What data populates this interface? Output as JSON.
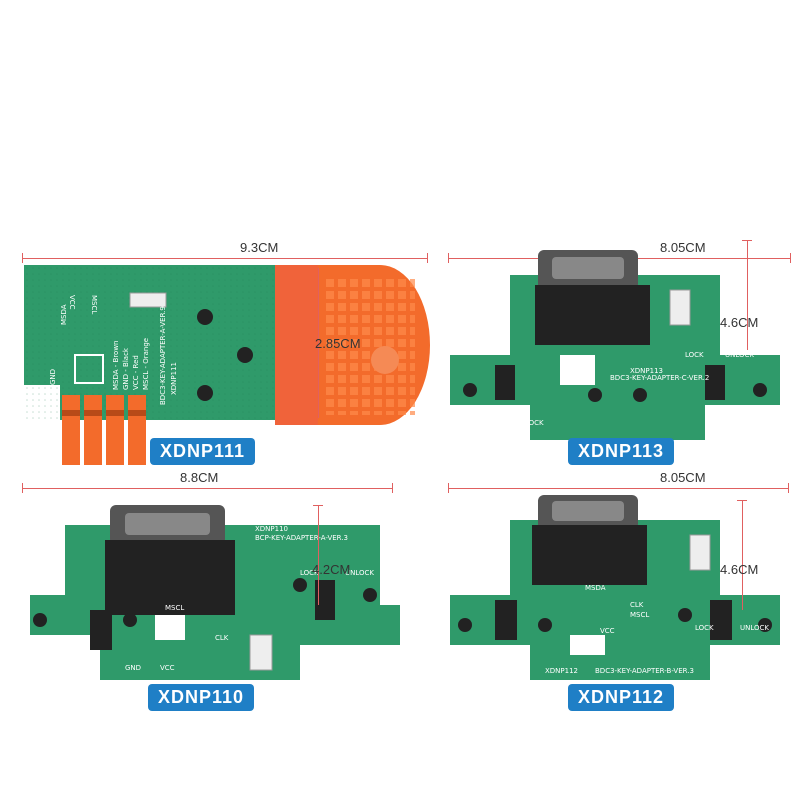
{
  "boards": [
    {
      "model": "XDNP111",
      "length": "9.3CM",
      "width": "2.85CM"
    },
    {
      "model": "XDNP113",
      "length": "8.05CM",
      "width": "4.6CM"
    },
    {
      "model": "XDNP110",
      "length": "8.8CM",
      "width": "4.2CM"
    },
    {
      "model": "XDNP112",
      "length": "8.05CM",
      "width": "4.6CM"
    }
  ],
  "silkscreen": {
    "b111": {
      "board_id": "BDC3-KEY-ADAPTER-A-VER.9",
      "model": "XDNP111",
      "msda": "MSDA",
      "gnd": "GND",
      "vcc": "VCC",
      "mscl": "MSCL",
      "brown": "MSDA - Brown",
      "black": "GND - Black",
      "red": "VCC - Red",
      "orange": "MSCL - Orange"
    },
    "b113": {
      "board_id": "BDC3-KEY-ADAPTER-C-VER.2",
      "model": "XDNP113",
      "lock": "LOCK",
      "unlock": "UNLOCK"
    },
    "b110": {
      "board_id": "BCP-KEY-ADAPTER-A-VER.3",
      "model": "XDNP110",
      "lock": "LOCK",
      "unlock": "UNLOCK",
      "mscl": "MSCL",
      "clk": "CLK",
      "vcc": "VCC",
      "gnd": "GND"
    },
    "b112": {
      "board_id": "BDC3-KEY-ADAPTER-B-VER.3",
      "model": "XDNP112",
      "msda": "MSDA",
      "clk": "CLK",
      "mscl": "MSCL",
      "vcc": "VCC",
      "lock": "LOCK",
      "unlock": "UNLOCK"
    }
  },
  "colors": {
    "pcb": "#2f9a6a",
    "pcb_dark": "#1f7a50",
    "orange": "#f36b2b",
    "badge": "#1f7fc6",
    "dim_line": "#e06060"
  }
}
